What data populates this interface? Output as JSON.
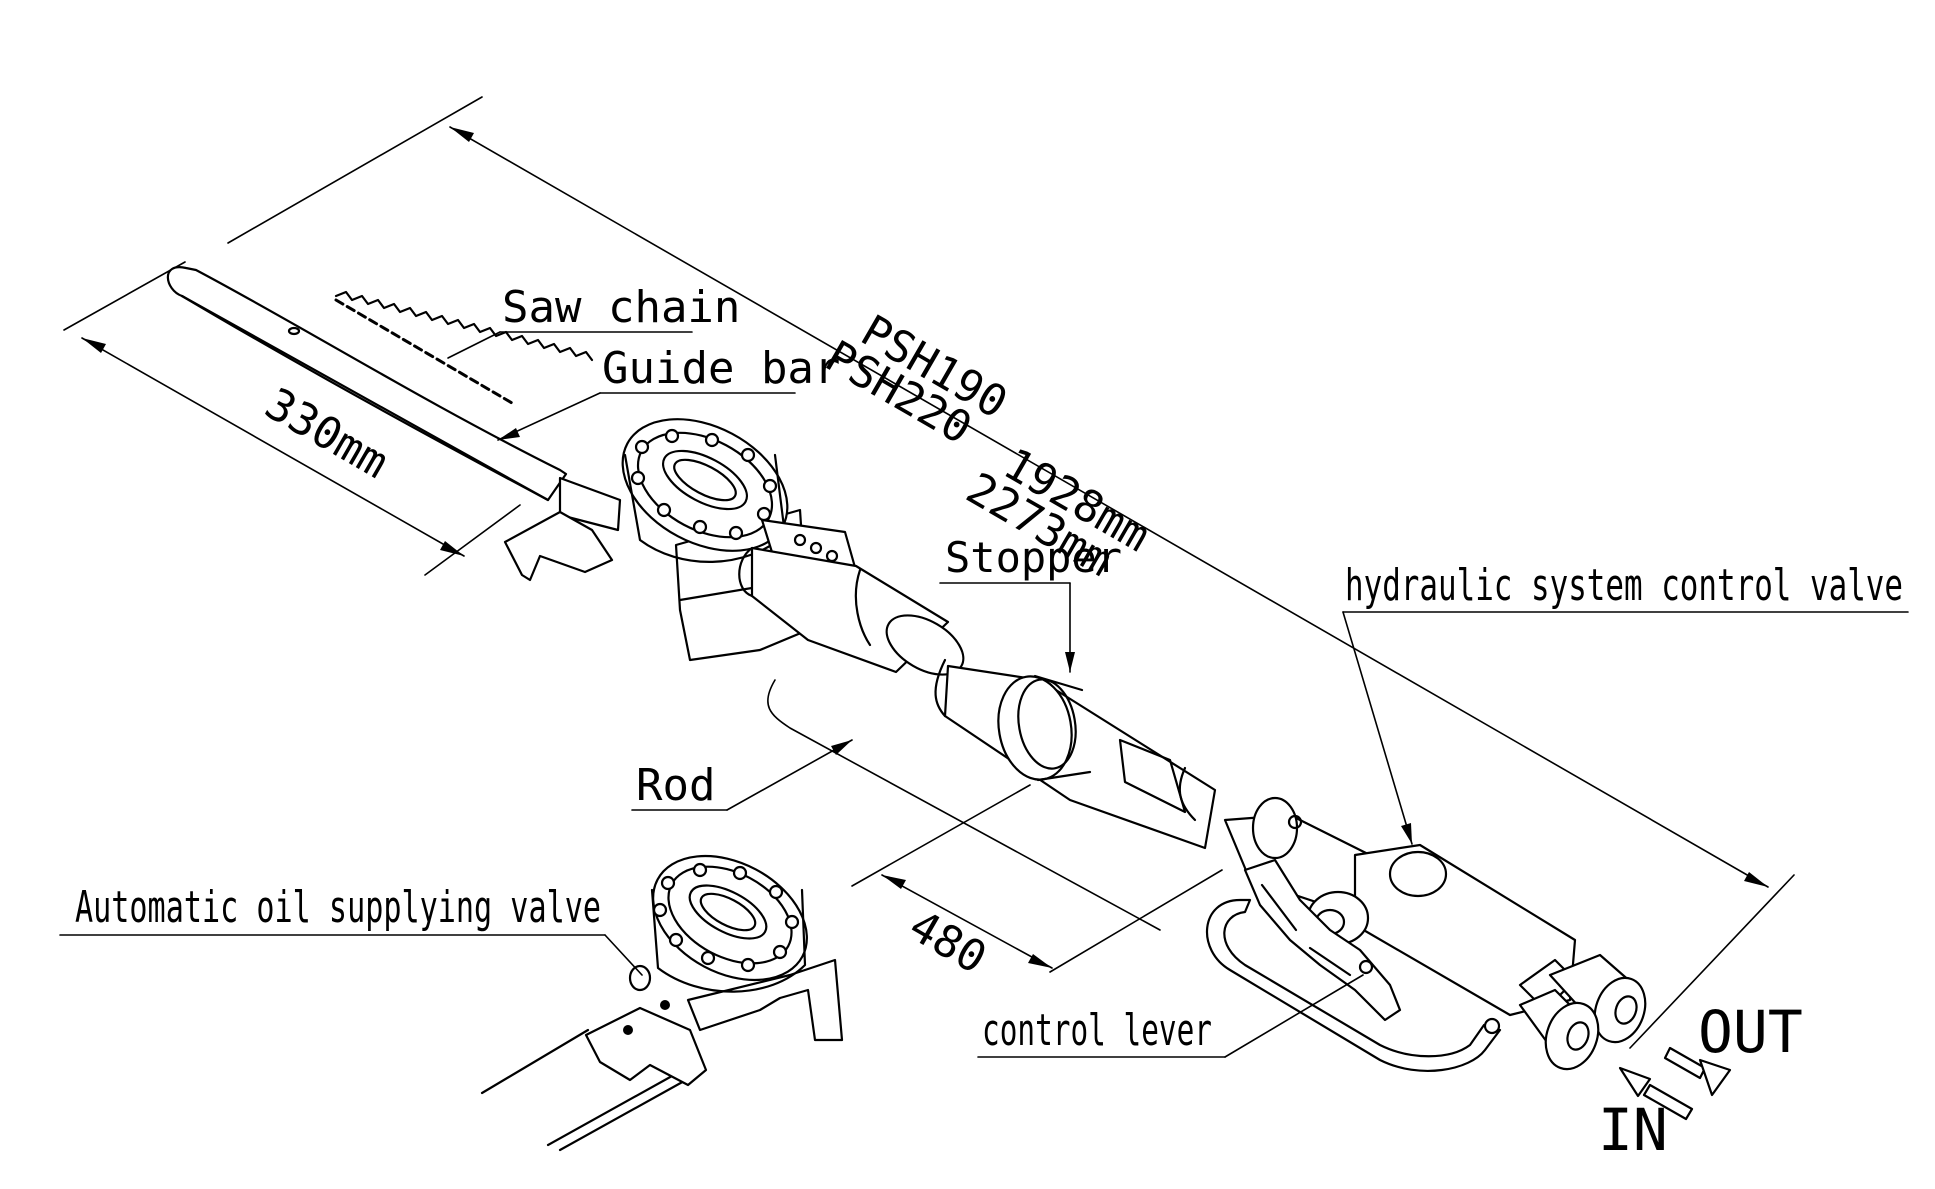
{
  "labels": {
    "saw_chain": "Saw chain",
    "guide_bar": "Guide bar",
    "stopper": "Stopper",
    "hydraulic_valve": "hydraulic system control valve",
    "rod": "Rod",
    "auto_oil_valve": "Automatic oil supplying valve",
    "control_lever": "control lever",
    "port_out": "OUT",
    "port_in": "IN"
  },
  "dimensions": {
    "bar_length": "330mm",
    "rod_length": "480",
    "model_a": "PSH190",
    "model_b": "PSH220",
    "length_a": "1928mm",
    "length_b": "2273mm"
  }
}
